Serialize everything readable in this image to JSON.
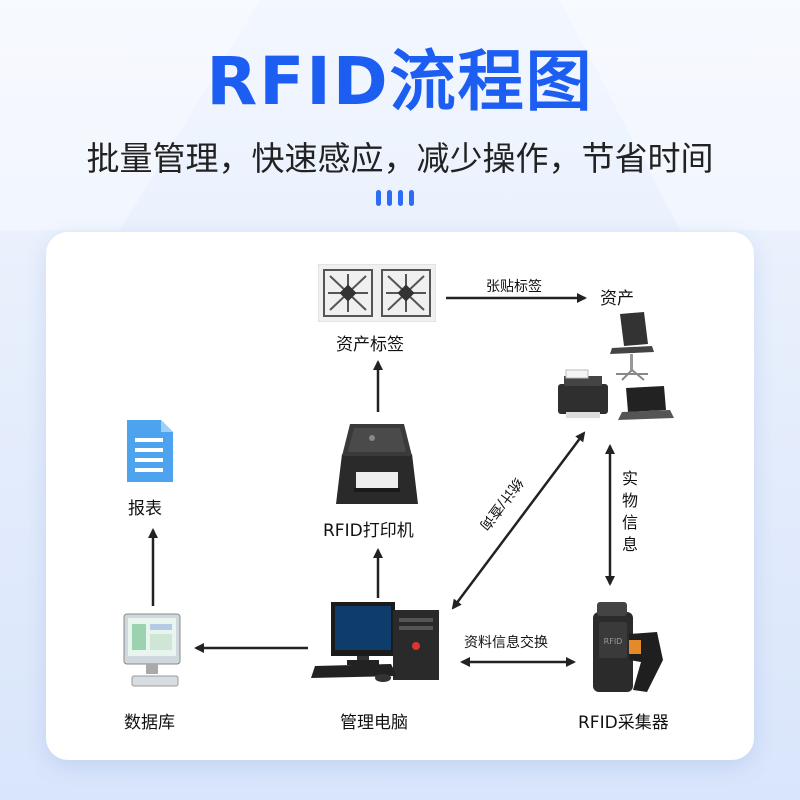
{
  "header": {
    "title": "RFID流程图",
    "subtitle": "批量管理，快速感应，减少操作，节省时间"
  },
  "nodes": {
    "asset_tag": "资产标签",
    "asset": "资产",
    "report": "报表",
    "rfid_printer": "RFID打印机",
    "database": "数据库",
    "management_pc": "管理电脑",
    "rfid_collector": "RFID采集器"
  },
  "edges": {
    "attach_tag": "张贴标签",
    "physical_info": "实物信息",
    "stats_query": "统计/查询",
    "data_exchange": "资料信息交换"
  },
  "colors": {
    "title_blue": "#1d5ef2",
    "arrow": "#222222",
    "card": "#ffffff"
  }
}
